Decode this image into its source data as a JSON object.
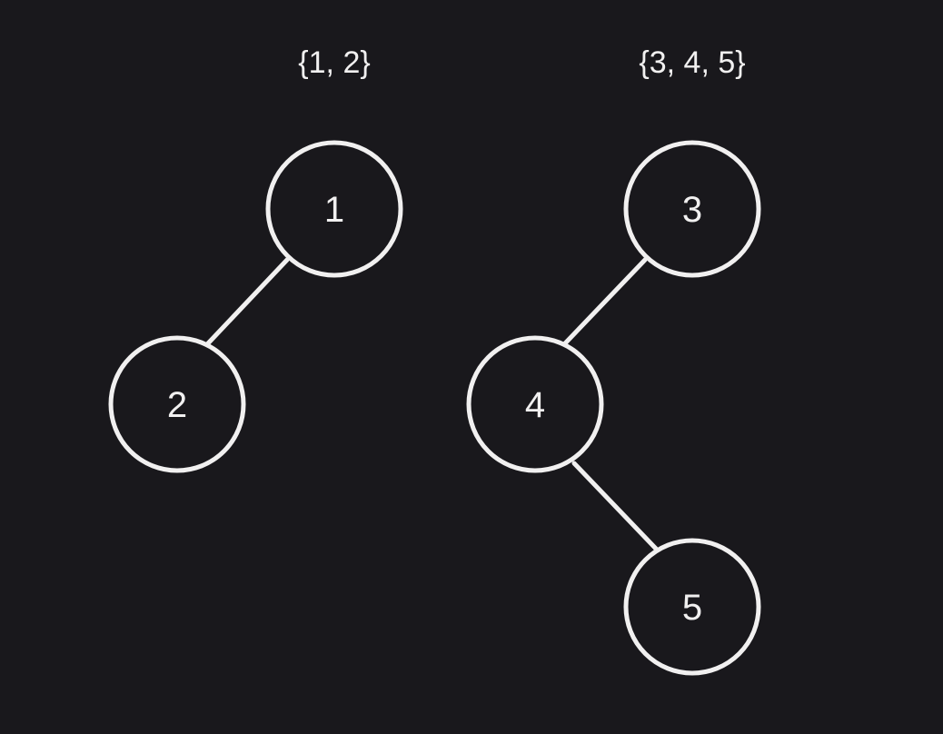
{
  "colors": {
    "background": "#19181c",
    "foreground": "#f1f0f0"
  },
  "trees": [
    {
      "label": "{1, 2}",
      "nodes": [
        {
          "id": "n1",
          "label": "1"
        },
        {
          "id": "n2",
          "label": "2"
        }
      ],
      "edges": [
        {
          "from": "n1",
          "to": "n2"
        }
      ]
    },
    {
      "label": "{3, 4, 5}",
      "nodes": [
        {
          "id": "n3",
          "label": "3"
        },
        {
          "id": "n4",
          "label": "4"
        },
        {
          "id": "n5",
          "label": "5"
        }
      ],
      "edges": [
        {
          "from": "n3",
          "to": "n4"
        },
        {
          "from": "n4",
          "to": "n5"
        }
      ]
    }
  ]
}
